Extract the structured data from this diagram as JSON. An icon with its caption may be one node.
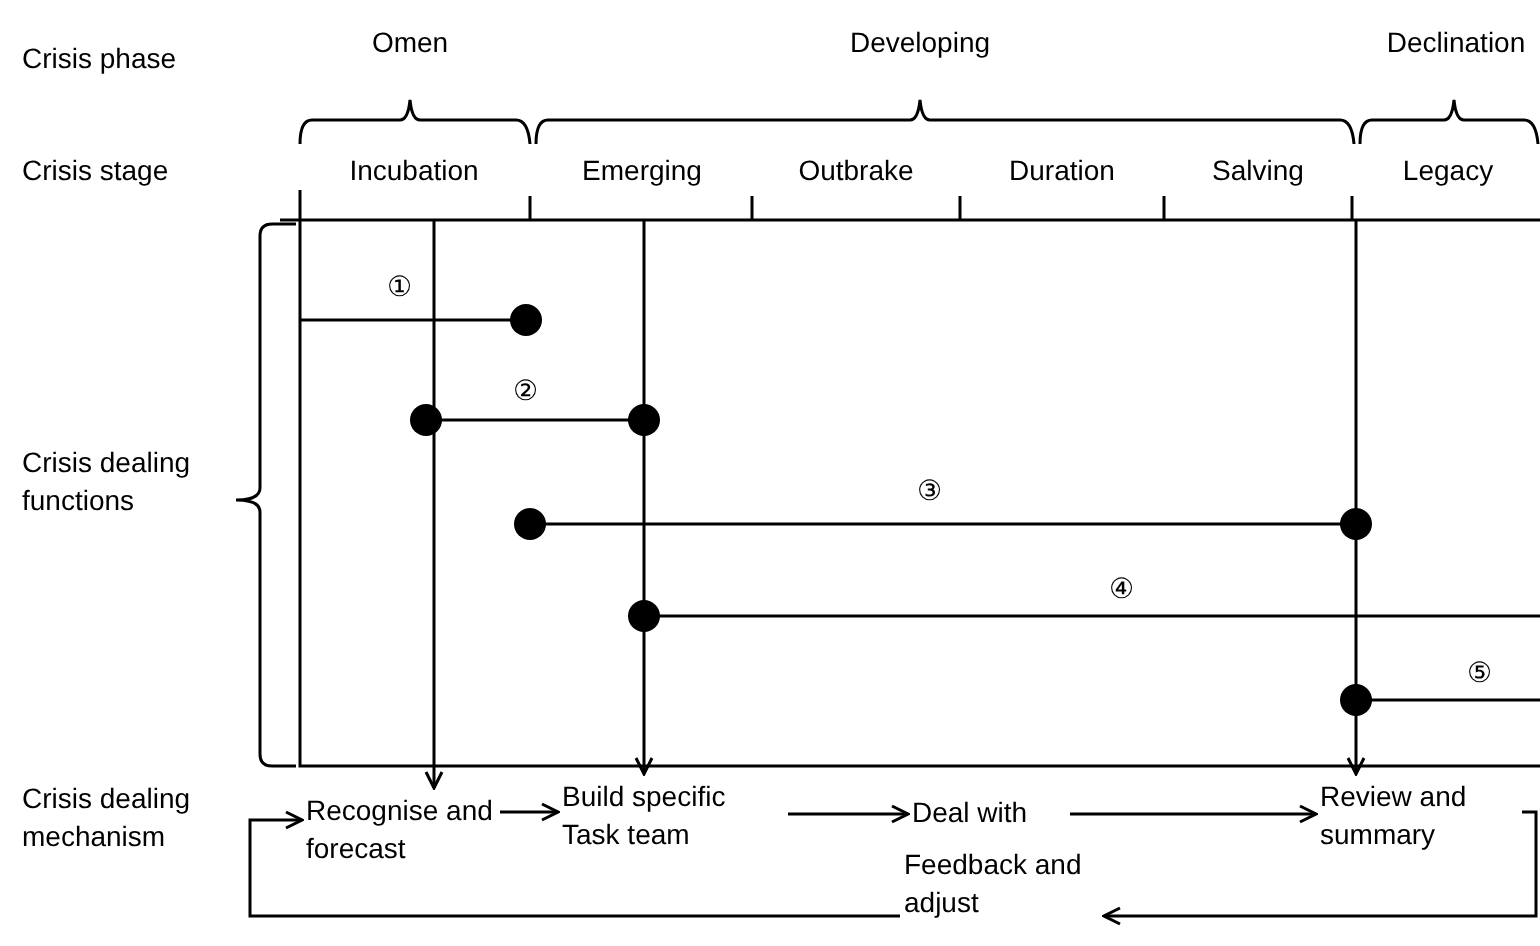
{
  "diagram": {
    "nodes": [
      {
        "text": [
          "Recognise and forecast"
        ]
      },
      {
        "text": [
          "Build specific Task team"
        ]
      },
      {
        "text": [
          "Deal with"
        ]
      },
      {
        "text": [
          "Review and summary"
        ]
      },
      {
        "text": [
          "Feedback and adjust"
        ]
      }
    ],
    "edges": [
      {
        "from": null,
        "to": 0,
        "arrow": "to"
      },
      {
        "from": null,
        "to": 1,
        "arrow": "to"
      },
      {
        "from": null,
        "to": 3,
        "arrow": "to"
      },
      {
        "from": 0,
        "to": 1,
        "arrow": "to"
      },
      {
        "from": 1,
        "to": 2,
        "arrow": "to"
      },
      {
        "from": 2,
        "to": 3,
        "arrow": "to"
      },
      {
        "from": 3,
        "to": 4,
        "arrow": "to"
      },
      {
        "from": 4,
        "to": 0,
        "arrow": "to"
      }
    ],
    "labels": [
      "Crisis phase",
      "Omen",
      "Developing",
      "Declination",
      "Crisis stage",
      "Incubation",
      "Emerging",
      "Outbrake",
      "Duration",
      "Salving",
      "Legacy",
      "①",
      "②",
      "Crisis dealing functions",
      "③",
      "④",
      "⑤",
      "Crisis dealing mechanism"
    ]
  }
}
